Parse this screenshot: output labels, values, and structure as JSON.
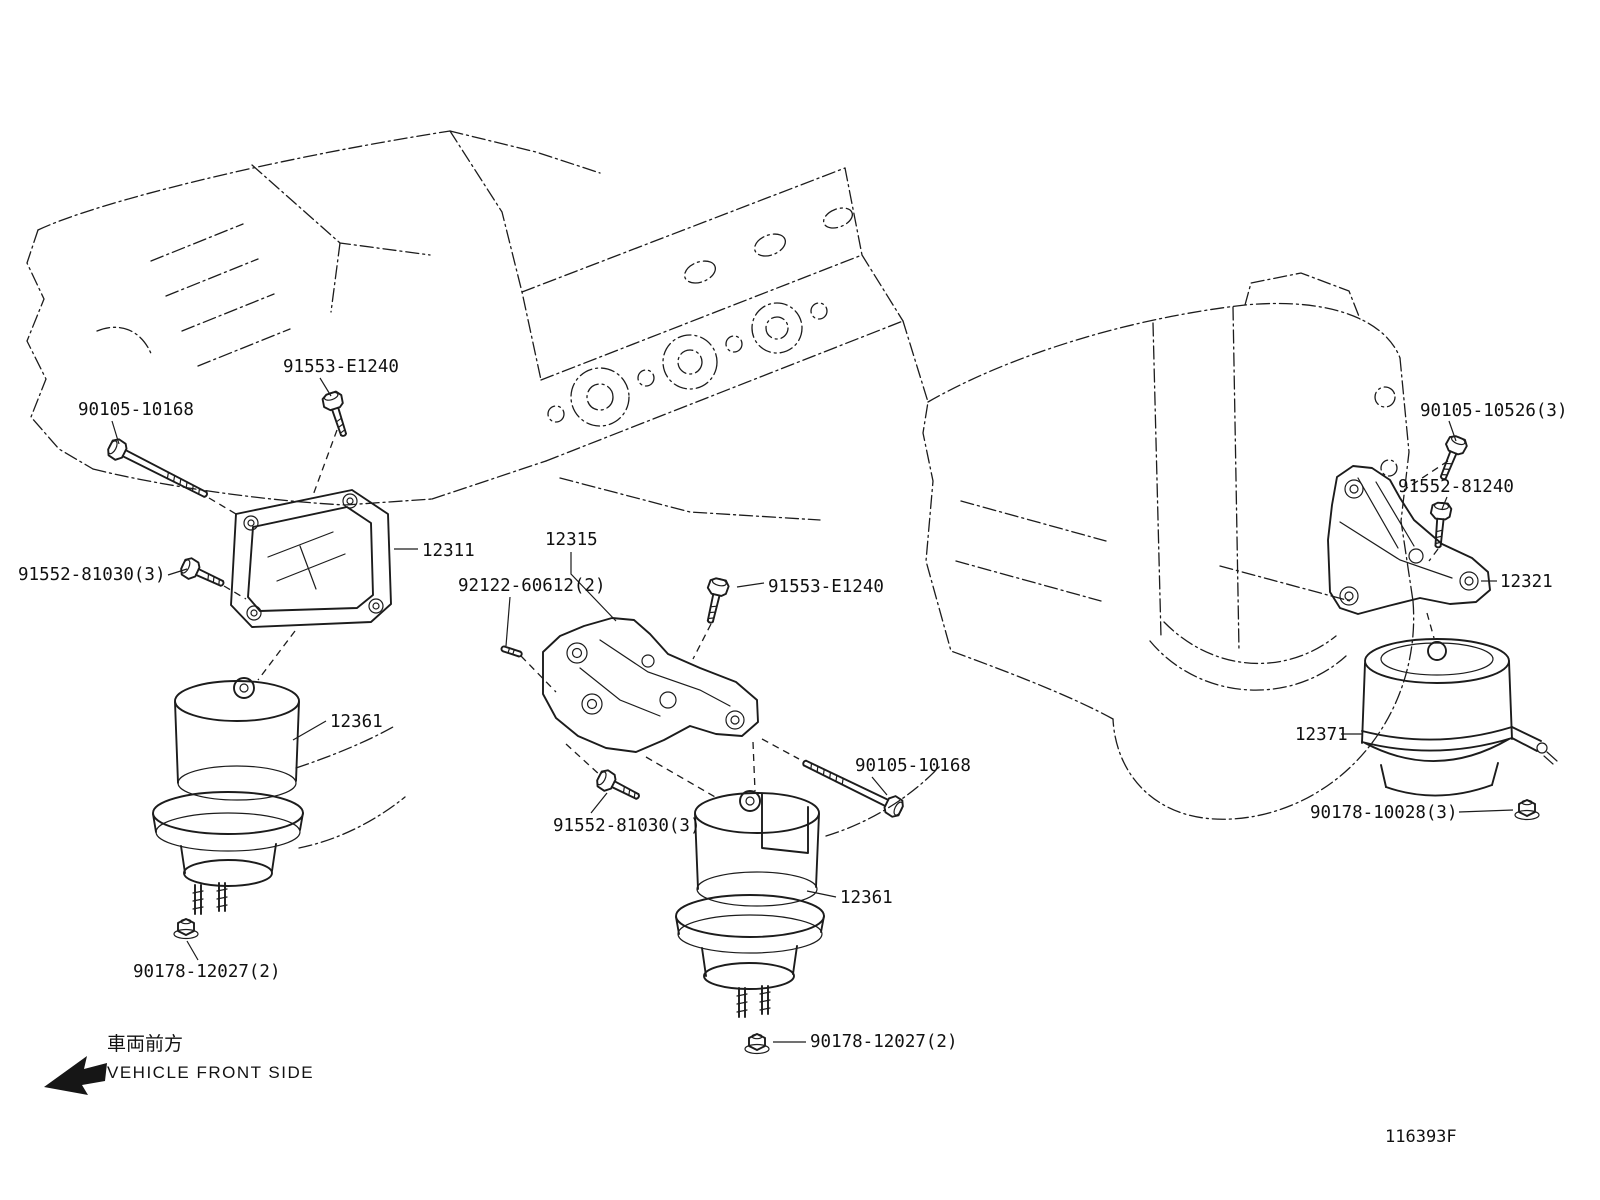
{
  "colors": {
    "ink": "#1c1c1c",
    "background": "#ffffff"
  },
  "diagram": {
    "drawing_code": "116393F",
    "front_note_jp": "車両前方",
    "front_note_en": "VEHICLE FRONT SIDE",
    "part_labels": {
      "bolt_top_91553": "91553-E1240",
      "bolt_left_90105": "90105-10168",
      "bolt_left_91552": "91552-81030(3)",
      "bracket_12311": "12311",
      "bracket_12315": "12315",
      "stud_92122": "92122-60612(2)",
      "bolt_center_91553": "91553-E1240",
      "mount_left_12361": "12361",
      "nut_left_90178": "90178-12027(2)",
      "bolt_center_91552": "91552-81030(3)",
      "bolt_center_90105": "90105-10168",
      "mount_center_12361": "12361",
      "nut_center_90178": "90178-12027(2)",
      "bolt_right_90105": "90105-10526(3)",
      "bolt_right_91552": "91552-81240",
      "bracket_12321": "12321",
      "mount_right_12371": "12371",
      "nut_right_90178": "90178-10028(3)"
    }
  }
}
